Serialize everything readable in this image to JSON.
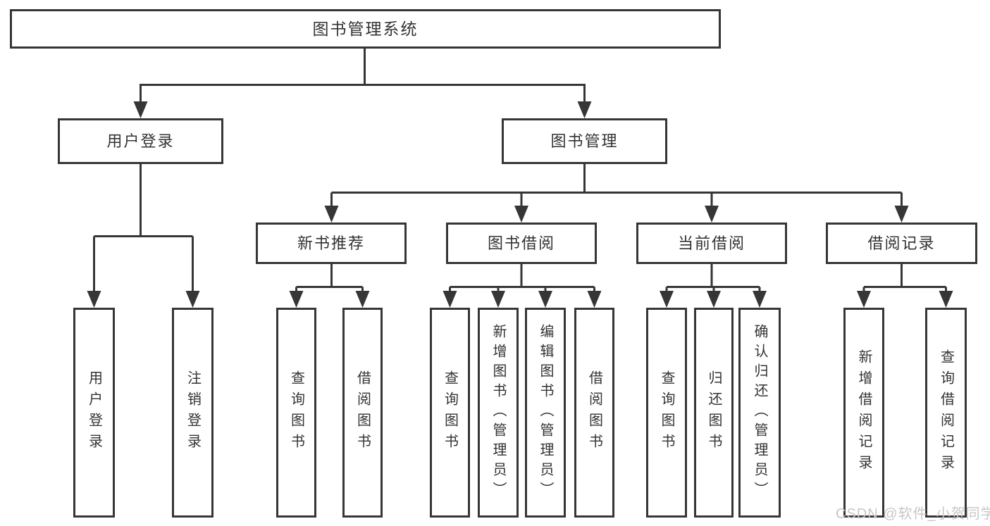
{
  "diagram": {
    "title": "图书管理系统",
    "level2": [
      "用户登录",
      "图书管理"
    ],
    "level3": [
      "新书推荐",
      "图书借阅",
      "当前借阅",
      "借阅记录"
    ],
    "leaves": {
      "user_login": [
        "用户登录",
        "注销登录"
      ],
      "new_book_recommend": [
        "查询图书",
        "借阅图书"
      ],
      "book_borrow": [
        "查询图书",
        "新增图书（管理员）",
        "编辑图书（管理员）",
        "借阅图书"
      ],
      "current_borrow": [
        "查询图书",
        "归还图书",
        "确认归还（管理员）"
      ],
      "borrow_records": [
        "新增借阅记录",
        "查询借阅记录"
      ]
    }
  },
  "watermark": "CSDN @软件_小贺同学",
  "colors": {
    "line": "#363636",
    "text": "#333333",
    "watermark": "#c7c7c7",
    "background": "#ffffff"
  }
}
